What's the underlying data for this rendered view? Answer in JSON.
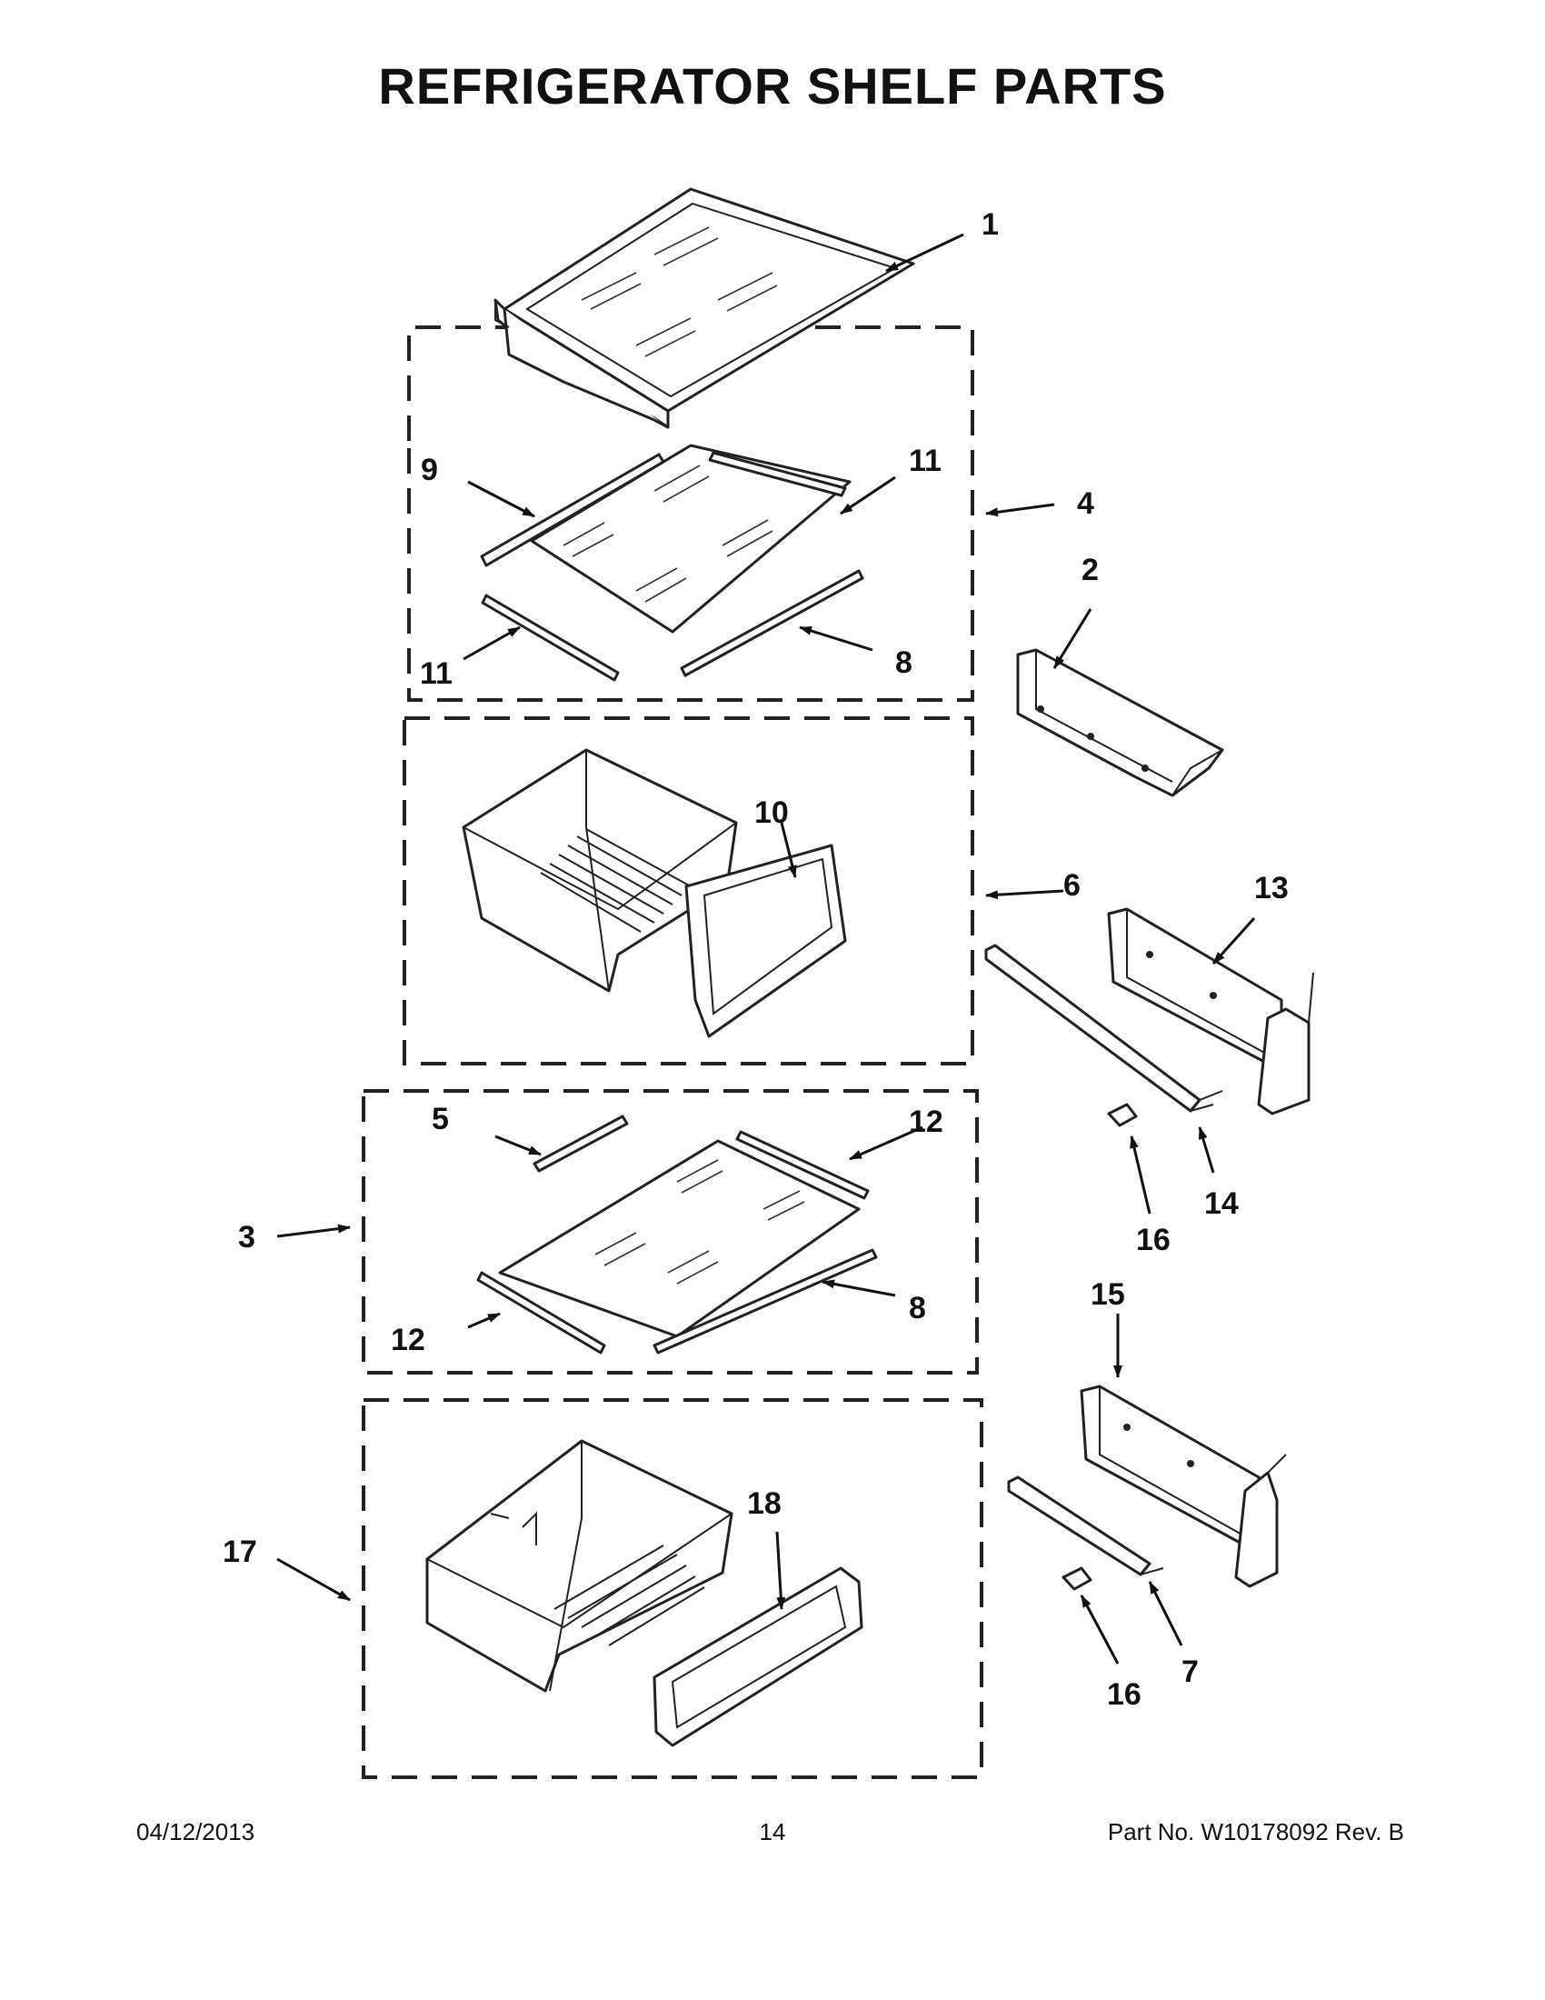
{
  "title": "REFRIGERATOR SHELF PARTS",
  "footer": {
    "date": "04/12/2013",
    "page": "14",
    "part_no": "Part No.  W10178092  Rev.  B"
  },
  "callouts": [
    "1",
    "2",
    "3",
    "4",
    "5",
    "6",
    "7",
    "8",
    "8",
    "9",
    "10",
    "11",
    "11",
    "12",
    "12",
    "13",
    "14",
    "15",
    "16",
    "16",
    "17",
    "18"
  ]
}
